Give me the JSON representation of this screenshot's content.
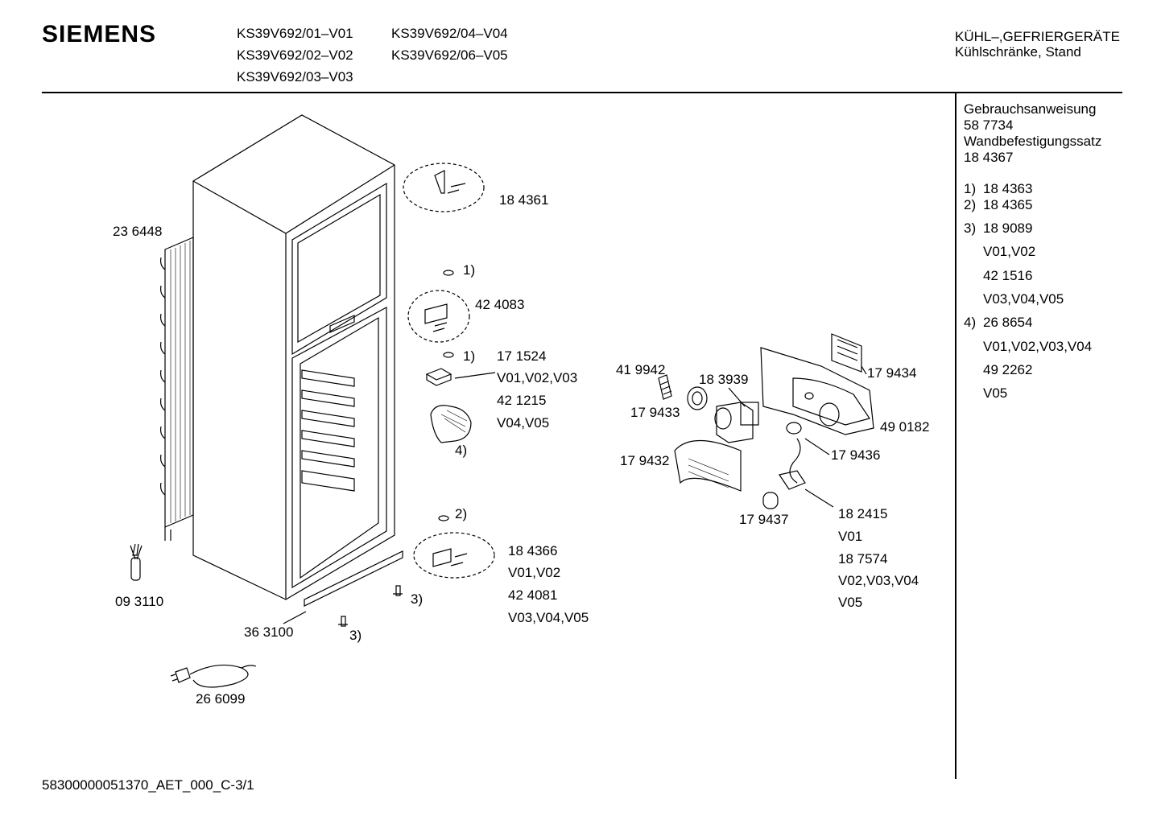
{
  "header": {
    "brand": "SIEMENS",
    "models_col1": [
      "KS39V692/01–V01",
      "KS39V692/02–V02",
      "KS39V692/03–V03"
    ],
    "models_col2": [
      "KS39V692/04–V04",
      "KS39V692/06–V05"
    ],
    "category_line1": "KÜHL–,GEFRIERGERÄTE",
    "category_line2": "Kühlschränke, Stand"
  },
  "sidebar": {
    "manual_label": "Gebrauchsanweisung",
    "manual_number": "58 7734",
    "wallkit_label": "Wandbefestigungssatz",
    "wallkit_number": "18 4367",
    "notes": [
      {
        "ref": "1)",
        "part": "18 4363"
      },
      {
        "ref": "2)",
        "part": "18 4365"
      },
      {
        "ref": "3)",
        "part": "18 9089"
      },
      {
        "ref": "",
        "part": "V01,V02"
      },
      {
        "ref": "",
        "part": "42 1516"
      },
      {
        "ref": "",
        "part": "V03,V04,V05"
      },
      {
        "ref": "4)",
        "part": "26 8654"
      },
      {
        "ref": "",
        "part": "V01,V02,V03,V04"
      },
      {
        "ref": "",
        "part": "49 2262"
      },
      {
        "ref": "",
        "part": "V05"
      }
    ]
  },
  "labels": {
    "p236448": "23 6448",
    "p184361": "18 4361",
    "ref1a": "1)",
    "p424083": "42 4083",
    "ref1b": "1)",
    "p171524": "17 1524",
    "v010203": "V01,V02,V03",
    "p421215": "42 1215",
    "v0405": "V04,V05",
    "ref4": "4)",
    "ref2": "2)",
    "p184366": "18 4366",
    "v0102": "V01,V02",
    "p424081": "42 4081",
    "v030405": "V03,V04,V05",
    "ref3a": "3)",
    "ref3b": "3)",
    "p093110": "09 3110",
    "p363100": "36 3100",
    "p266099": "26 6099",
    "p419942": "41 9942",
    "p183939": "18 3939",
    "p179434": "17 9434",
    "p179433": "17 9433",
    "p490182": "49 0182",
    "p179436": "17 9436",
    "p179432": "17 9432",
    "p179437": "17 9437",
    "p182415": "18 2415",
    "v01": "V01",
    "p187574": "18 7574",
    "v020304": "V02,V03,V04",
    "v05": "V05"
  },
  "footer": {
    "doc_id": "58300000051370_AET_000_C-3/1"
  }
}
